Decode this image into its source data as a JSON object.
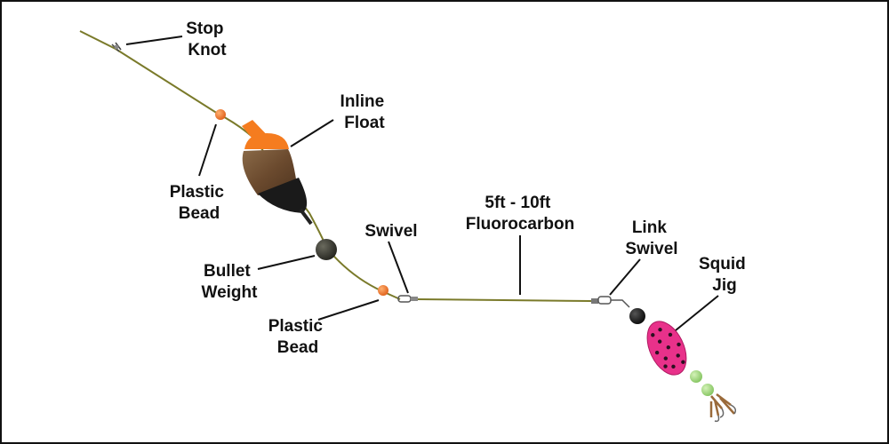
{
  "labels": {
    "stop_knot": [
      "Stop",
      "Knot"
    ],
    "inline_float": [
      "Inline",
      "Float"
    ],
    "plastic_bead_top": [
      "Plastic",
      "Bead"
    ],
    "bullet_weight": [
      "Bullet",
      "Weight"
    ],
    "plastic_bead_bottom": [
      "Plastic",
      "Bead"
    ],
    "swivel": [
      "Swivel"
    ],
    "fluorocarbon": [
      "5ft - 10ft",
      "Fluorocarbon"
    ],
    "link_swivel": [
      "Link",
      "Swivel"
    ],
    "squid_jig": [
      "Squid",
      "Jig"
    ]
  },
  "colors": {
    "line": "#7a7a2a",
    "float_top": "#f57c1f",
    "float_body": "#6b4a2e",
    "float_bottom": "#1a1a1a",
    "bead": "#f07a2a",
    "weight": "#3d3d35",
    "jig_body": "#e8318a",
    "jig_dots": "#2a1020",
    "jig_beads": "#9ed87a"
  }
}
